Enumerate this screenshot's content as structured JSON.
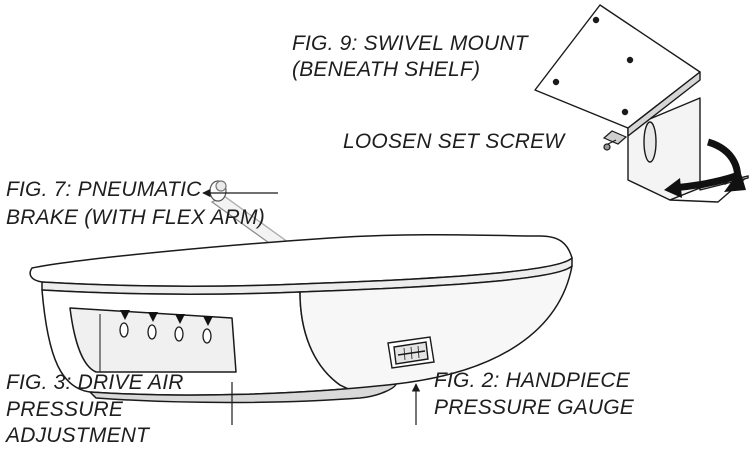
{
  "labels": {
    "fig9": {
      "line1": "FIG. 9: SWIVEL MOUNT",
      "line2": "(BENEATH SHELF)"
    },
    "set_screw": "LOOSEN SET SCREW",
    "fig7": {
      "line1": "FIG. 7: PNEUMATIC",
      "line2": "BRAKE (WITH FLEX ARM)"
    },
    "fig3": {
      "line1": "FIG. 3: DRIVE AIR",
      "line2": "PRESSURE",
      "line3": "ADJUSTMENT"
    },
    "fig2": {
      "line1": "FIG. 2: HANDPIECE",
      "line2": "PRESSURE GAUGE"
    }
  },
  "colors": {
    "line": "#1a1a1a",
    "body_fill": "#ffffff",
    "shade": "#e6e6e6"
  },
  "icons": {
    "rotation_arrows": "curved-double-arrow-icon",
    "callout_arrows": "arrow-icon"
  }
}
